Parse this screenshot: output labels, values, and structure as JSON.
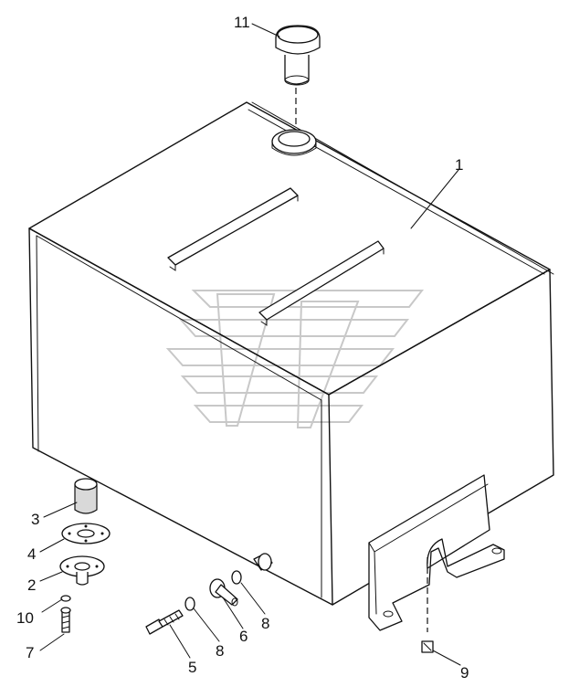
{
  "diagram": {
    "callouts": [
      {
        "id": "c1",
        "label": "1"
      },
      {
        "id": "c2",
        "label": "2"
      },
      {
        "id": "c3",
        "label": "3"
      },
      {
        "id": "c4",
        "label": "4"
      },
      {
        "id": "c5",
        "label": "5"
      },
      {
        "id": "c6",
        "label": "6"
      },
      {
        "id": "c7",
        "label": "7"
      },
      {
        "id": "c8a",
        "label": "8"
      },
      {
        "id": "c8b",
        "label": "8"
      },
      {
        "id": "c9",
        "label": "9"
      },
      {
        "id": "c10",
        "label": "10"
      },
      {
        "id": "c11",
        "label": "11"
      }
    ]
  },
  "colors": {
    "line": "#111111",
    "watermark": "#c8c8c8",
    "background": "#ffffff"
  }
}
